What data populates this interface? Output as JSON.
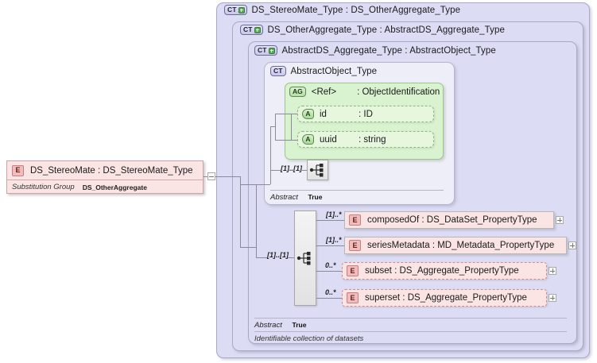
{
  "diagram": {
    "type": "xsd-schema-diagram",
    "root_element": {
      "icon": "element-icon",
      "badge": "E",
      "title": "DS_StereoMate : DS_StereoMate_Type",
      "property_key": "Substitution Group",
      "property_value": "DS_OtherAggregate",
      "toggle": "minus-toggle"
    },
    "containers": [
      {
        "badge": "CT",
        "expandable": true,
        "title": "DS_StereoMate_Type : DS_OtherAggregate_Type"
      },
      {
        "badge": "CT",
        "expandable": true,
        "title": "DS_OtherAggregate_Type : AbstractDS_Aggregate_Type"
      },
      {
        "badge": "CT",
        "expandable": true,
        "title": "AbstractDS_Aggregate_Type : AbstractObject_Type"
      },
      {
        "badge": "CT",
        "expandable": false,
        "title": "AbstractObject_Type"
      }
    ],
    "attribute_group": {
      "badge": "AG",
      "ref_label": "<Ref>",
      "type_label": ": ObjectIdentification",
      "attributes": [
        {
          "badge": "A",
          "name": "id",
          "type": ": ID"
        },
        {
          "badge": "A",
          "name": "uuid",
          "type": ": string"
        }
      ]
    },
    "compositors": [
      {
        "name": "sequence-upper",
        "cardinality": "[1]..[1]"
      },
      {
        "name": "sequence-lower",
        "cardinality": "[1]..[1]"
      }
    ],
    "elements": [
      {
        "badge": "E",
        "label": "composedOf : DS_DataSet_PropertyType",
        "cardinality": "[1]..*",
        "style": "solid",
        "toggle": "plus-toggle"
      },
      {
        "badge": "E",
        "label": "seriesMetadata : MD_Metadata_PropertyType",
        "cardinality": "[1]..*",
        "style": "solid",
        "toggle": "plus-toggle"
      },
      {
        "badge": "E",
        "label": "subset    : DS_Aggregate_PropertyType",
        "cardinality": "0..*",
        "style": "dashed",
        "toggle": "plus-toggle"
      },
      {
        "badge": "E",
        "label": "superset : DS_Aggregate_PropertyType",
        "cardinality": "0..*",
        "style": "dashed",
        "toggle": "plus-toggle"
      }
    ],
    "footers": [
      {
        "key": "Abstract",
        "value": "True",
        "owner": "AbstractObject_Type"
      },
      {
        "key": "Abstract",
        "value": "True",
        "owner": "AbstractDS_Aggregate_Type"
      }
    ],
    "documentation": "Identifiable collection of datasets",
    "colors": {
      "container_outer": "#dcdcf4",
      "container_inner": "#eeeef8",
      "attribute_group": "#d9f2d0",
      "attribute_row": "#e6f7de",
      "element_row": "#fbe4e4",
      "element_badge": "#f3bcbc",
      "line": "#8a8a9a",
      "plus_green": "#5aa85a"
    }
  }
}
